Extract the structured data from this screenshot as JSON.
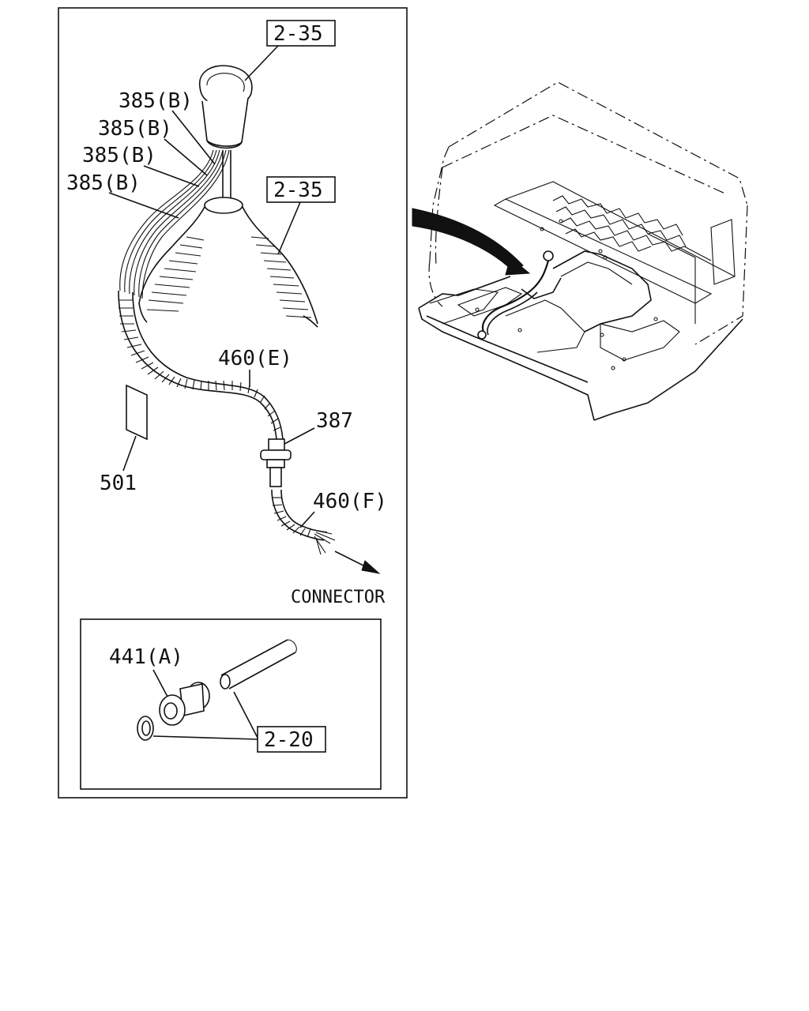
{
  "labels": {
    "ref_knob": "2-35",
    "ref_boot": "2-35",
    "wire_1": "385(B)",
    "wire_2": "385(B)",
    "wire_3": "385(B)",
    "wire_4": "385(B)",
    "harness_e": "460(E)",
    "grommet": "387",
    "harness_f": "460(F)",
    "tag": "501",
    "connector": "CONNECTOR",
    "switch": "441(A)",
    "ref_switch": "2-20"
  }
}
